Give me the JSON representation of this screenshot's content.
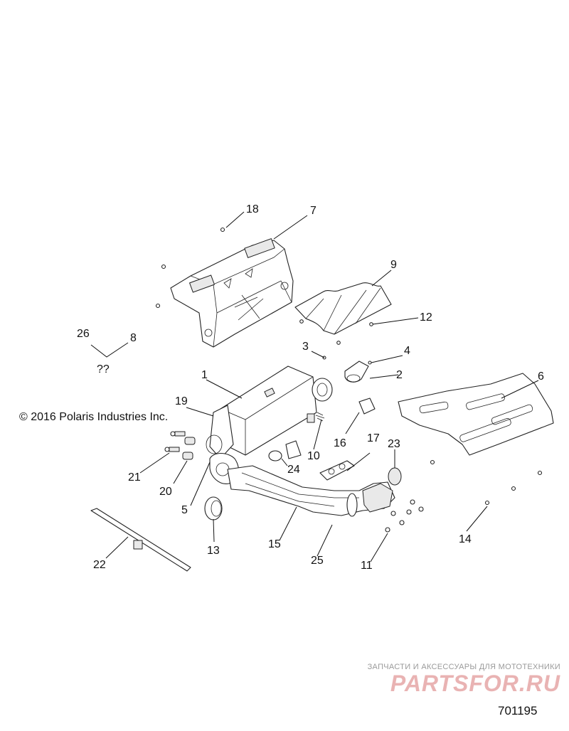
{
  "copyright": "© 2016 Polaris Industries Inc.",
  "drawing_number": "701195",
  "watermark": {
    "tagline": "ЗАПЧАСТИ И АКСЕССУАРЫ ДЛЯ МОТОТЕХНИКИ",
    "logo": "PARTSFOR.RU"
  },
  "callouts": {
    "c1": "1",
    "c2": "2",
    "c3": "3",
    "c4": "4",
    "c5": "5",
    "c6": "6",
    "c7": "7",
    "c8": "8",
    "c9": "9",
    "c10": "10",
    "c11": "11",
    "c12": "12",
    "c13": "13",
    "c14": "14",
    "c15": "15",
    "c16": "16",
    "c17": "17",
    "c18": "18",
    "c19": "19",
    "c20": "20",
    "c21": "21",
    "c22": "22",
    "c23": "23",
    "c24": "24",
    "c25": "25",
    "c26": "26",
    "unknown": "??"
  }
}
